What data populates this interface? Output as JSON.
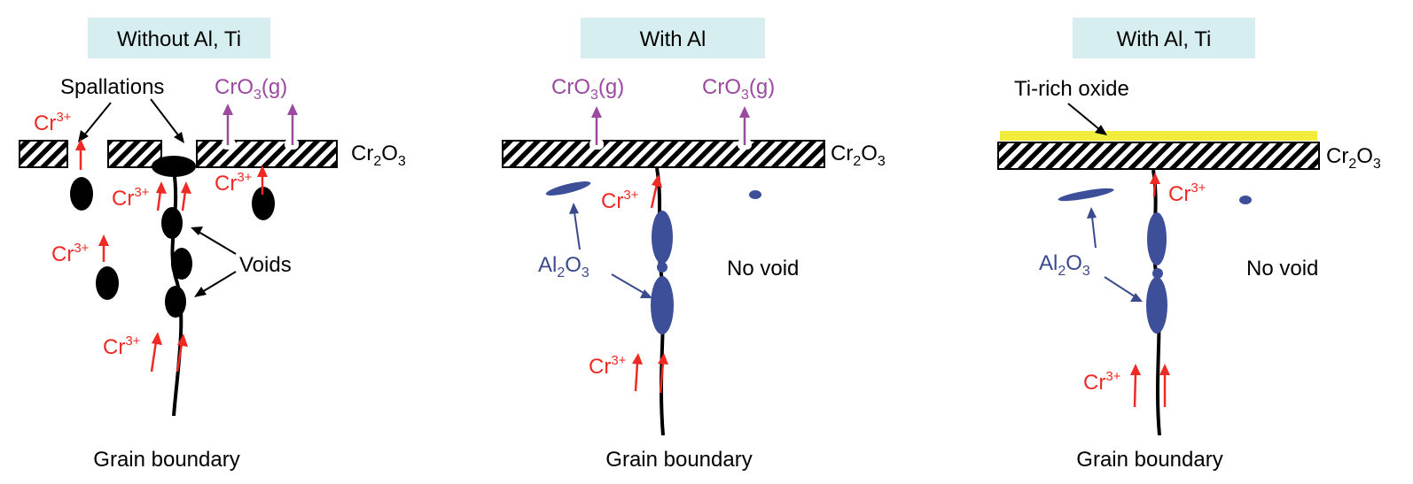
{
  "colors": {
    "title_box": "#d6eef0",
    "cr_arrow": "#ee2a24",
    "cro3": "#9b4aa0",
    "al2o3": "#3b4a8c",
    "al2o3_fill": "#3d4f99",
    "ti_oxide": "#f2ec3c",
    "void": "#000000"
  },
  "panels": [
    {
      "title": "Without Al, Ti",
      "spallations": "Spallations",
      "cro3": {
        "base": "CrO",
        "sub": "3",
        "tail": "(g)"
      },
      "cr2o3": {
        "a": "Cr",
        "s1": "2",
        "b": "O",
        "s2": "3"
      },
      "cr_ion": {
        "base": "Cr",
        "sup": "3+"
      },
      "voids": "Voids",
      "grain_boundary": "Grain boundary"
    },
    {
      "title": "With Al",
      "cro3": {
        "base": "CrO",
        "sub": "3",
        "tail": "(g)"
      },
      "cr2o3": {
        "a": "Cr",
        "s1": "2",
        "b": "O",
        "s2": "3"
      },
      "cr_ion": {
        "base": "Cr",
        "sup": "3+"
      },
      "al2o3": {
        "a": "Al",
        "s1": "2",
        "b": "O",
        "s2": "3"
      },
      "no_void": "No void",
      "grain_boundary": "Grain boundary"
    },
    {
      "title": "With Al, Ti",
      "ti_oxide": "Ti-rich oxide",
      "cr2o3": {
        "a": "Cr",
        "s1": "2",
        "b": "O",
        "s2": "3"
      },
      "cr_ion": {
        "base": "Cr",
        "sup": "3+"
      },
      "al2o3": {
        "a": "Al",
        "s1": "2",
        "b": "O",
        "s2": "3"
      },
      "no_void": "No void",
      "grain_boundary": "Grain boundary"
    }
  ]
}
